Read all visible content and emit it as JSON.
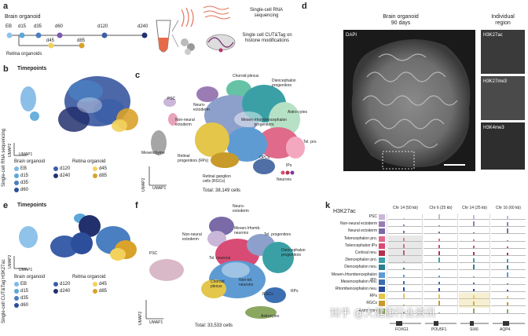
{
  "panels": {
    "a": {
      "letter": "a",
      "brain_title": "Brain organoid",
      "retina_title": "Retina organoids",
      "brain_timepoints": [
        "EB",
        "d15",
        "d35",
        "d60",
        "d120",
        "d240"
      ],
      "retina_timepoints": [
        "d45",
        "d85"
      ],
      "rna_label": "Single-cell RNA sequencing",
      "cuttag_label": "Single cell CUT&Tag on histone modifications"
    },
    "b": {
      "letter": "b",
      "title": "Timepoints",
      "side_label": "Single-cell RNA sequencing",
      "umap1": "UMAP1",
      "umap2": "UMAP2",
      "legend_brain_title": "Brain organoid",
      "legend_retina_title": "Retina organoid",
      "legend": [
        {
          "label": "EB",
          "color": "#7fb8e6"
        },
        {
          "label": "d120",
          "color": "#3b5fa8"
        },
        {
          "label": "d45",
          "color": "#f2d25c"
        },
        {
          "label": "d15",
          "color": "#5ba7d9"
        },
        {
          "label": "d240",
          "color": "#23306e"
        },
        {
          "label": "d85",
          "color": "#d9a22a"
        },
        {
          "label": "d35",
          "color": "#4a7fc1"
        },
        {
          "label": "d60",
          "color": "#2d4e9a"
        }
      ]
    },
    "c": {
      "letter": "c",
      "total": "Total: 38,149 cells",
      "umap1": "UMAP1",
      "umap2": "UMAP2",
      "clusters": [
        "PSC",
        "Non-neural ectoderm",
        "Mesenchyme",
        "Neuro-ectoderm",
        "Choroid plexus",
        "Diencephalon progenitors",
        "Astro-cytes",
        "Mesen-/rhombencephalon progenitors",
        "Retinal progenitors (RPs)",
        "Retinal ganglion cells (RGCs)",
        "OPCs",
        "IPs",
        "Tel. pro.",
        "Neurons"
      ]
    },
    "d": {
      "letter": "d",
      "title_line1": "Brain organoid",
      "title_line2": "90 days",
      "dapi": "DAPI",
      "individual_title_line1": "Individual",
      "individual_title_line2": "region",
      "marks": [
        "H3K27ac",
        "H3K27me3",
        "H3K4me3"
      ]
    },
    "e": {
      "letter": "e",
      "title": "Timepoints",
      "side_label": "Single-cell CUT&Tag H3K27ac",
      "umap1": "UMAP1",
      "umap2": "UMAP2",
      "legend_brain_title": "Brain organoid",
      "legend_retina_title": "Retina organoid"
    },
    "f": {
      "letter": "f",
      "total": "Total: 33,533 cells",
      "umap1": "UMAP1",
      "umap2": "UMAP2",
      "clusters": [
        "PSC",
        "Non-neural ectoderm",
        "Neuro-ectoderm",
        "Mesen-/rhomb. neurons",
        "Tel. progenitors",
        "Diencephalon progenitors",
        "Tel. neurons",
        "Choroid plexus",
        "Non-tel. neurons",
        "RGCs",
        "RPs",
        "Astrocytes"
      ]
    },
    "k": {
      "letter": "k",
      "mark": "H3K27ac",
      "regions": [
        "Chr 14 (50 kb)",
        "Chr 6 (25 kb)",
        "Chr 14 (25 kb)",
        "Chr 16 (60 kb)"
      ],
      "genes": [
        "FOXG1",
        "POU5F1",
        "SIX6",
        "AQP4"
      ],
      "tracks": [
        {
          "label": "PSC",
          "color": "#c9b6d8"
        },
        {
          "label": "Non-neural ectoderm",
          "color": "#9a7bb3"
        },
        {
          "label": "Neural ectoderm",
          "color": "#7b6aa8"
        },
        {
          "label": "Telencephalon pro.",
          "color": "#e06a8a"
        },
        {
          "label": "Telencephalon IPs",
          "color": "#d84b74"
        },
        {
          "label": "Cortical neu.",
          "color": "#b3304f"
        },
        {
          "label": "Diencephalon pro.",
          "color": "#3aa0a6"
        },
        {
          "label": "Diencephalon neu.",
          "color": "#2c7f8f"
        },
        {
          "label": "Mesen-/rhombencephalon pro.",
          "color": "#5e9bd3"
        },
        {
          "label": "Mesencephalon neu.",
          "color": "#3b6fb2"
        },
        {
          "label": "Rhombencephalon neu.",
          "color": "#2d4e9a"
        },
        {
          "label": "RPs",
          "color": "#e3c64a"
        },
        {
          "label": "RGCs",
          "color": "#c79a2a"
        },
        {
          "label": "Astrocytes",
          "color": "#8aa860"
        }
      ]
    }
  },
  "watermark": "知乎 @大健康行业资讯"
}
